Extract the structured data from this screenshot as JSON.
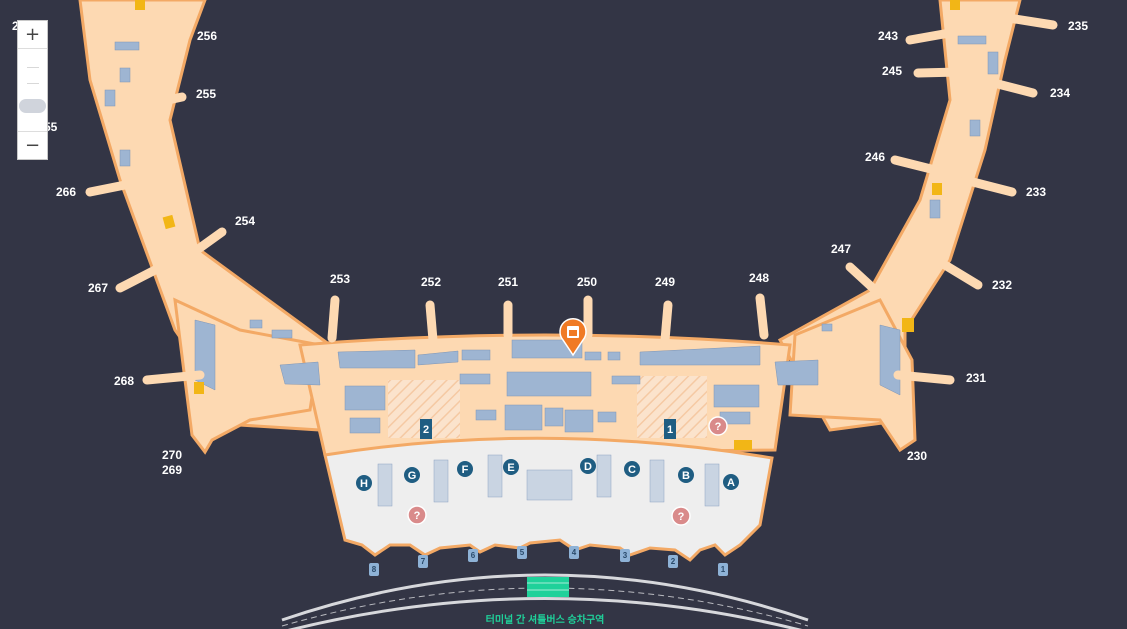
{
  "map": {
    "gates_left": [
      "256",
      "255",
      "266",
      "254",
      "267",
      "253",
      "268",
      "270",
      "269"
    ],
    "gates_center": [
      "252",
      "251",
      "250",
      "249",
      "248"
    ],
    "gates_right": [
      "243",
      "235",
      "245",
      "234",
      "246",
      "233",
      "247",
      "232",
      "231",
      "230"
    ],
    "edge_fragments": [
      "2",
      "55"
    ],
    "checkin_counters": [
      "H",
      "G",
      "F",
      "E",
      "D",
      "C",
      "B",
      "A"
    ],
    "doors": [
      "8",
      "7",
      "6",
      "5",
      "4",
      "3",
      "2",
      "1"
    ],
    "gate_signs": [
      "2",
      "1"
    ],
    "bus_area_label": "터미널 간 셔틀버스 승차구역",
    "icons": [
      "info-question-icon",
      "escalator-icon",
      "duty-free-marker-icon"
    ],
    "colors": {
      "background": "#333545",
      "concourse": "#fdd9b2",
      "concourse_edge": "#f3a965",
      "landside": "#eeeeee",
      "building": "#9eb5d2",
      "checkin_badge": "#1f5d82",
      "marker": "#f07a24",
      "bus_zone": "#1fd19a"
    }
  },
  "zoom": {
    "in_label": "+",
    "out_label": "−",
    "level": 0.6
  }
}
